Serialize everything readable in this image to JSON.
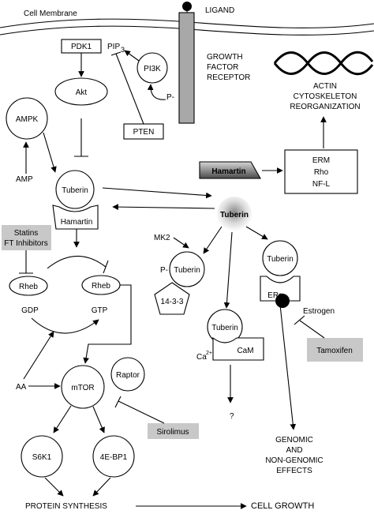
{
  "membrane": {
    "label": "Cell Membrane"
  },
  "receptor": {
    "ligand": "LIGAND",
    "line1": "GROWTH",
    "line2": "FACTOR",
    "line3": "RECEPTOR"
  },
  "nodes": {
    "pdk1": "PDK1",
    "pip3": "PIP",
    "pip3_sub": "3",
    "pi3k": "PI3K",
    "p_receptor": "P-",
    "akt": "Akt",
    "pten": "PTEN",
    "ampk": "AMPK",
    "amp": "AMP",
    "tuberin_complex": "Tuberin",
    "hamartin_complex": "Hamartin",
    "statins_line1": "Statins",
    "statins_line2": "FT Inhibitors",
    "rheb_gdp": "Rheb",
    "gdp": "GDP",
    "rheb_gtp": "Rheb",
    "gtp": "GTP",
    "aa": "AA",
    "mtor": "mTOR",
    "raptor": "Raptor",
    "sirolimus": "Sirolimus",
    "s6k1": "S6K1",
    "ebp1": "4E-BP1",
    "protein_synthesis": "PROTEIN SYNTHESIS",
    "cell_growth": "CELL GROWTH",
    "hamartin_free": "Hamartin",
    "erm": "ERM",
    "rho": "Rho",
    "nfl": "NF-L",
    "actin1": "ACTIN",
    "actin2": "CYTOSKELETON",
    "actin3": "REORGANIZATION",
    "tuberin_free": "Tuberin",
    "mk2": "MK2",
    "p_1433": "P-",
    "tuberin_1433": "Tuberin",
    "p1433": "14-3-3",
    "tuberin_er": "Tuberin",
    "er_alpha": "ERα",
    "estrogen": "Estrogen",
    "tamoxifen": "Tamoxifen",
    "tuberin_cam": "Tuberin",
    "ca": "Ca",
    "ca_sup": "2+",
    "cam": "CaM",
    "question": "?",
    "genomic1": "GENOMIC",
    "genomic2": "AND",
    "genomic3": "NON-GENOMIC",
    "genomic4": "EFFECTS"
  }
}
